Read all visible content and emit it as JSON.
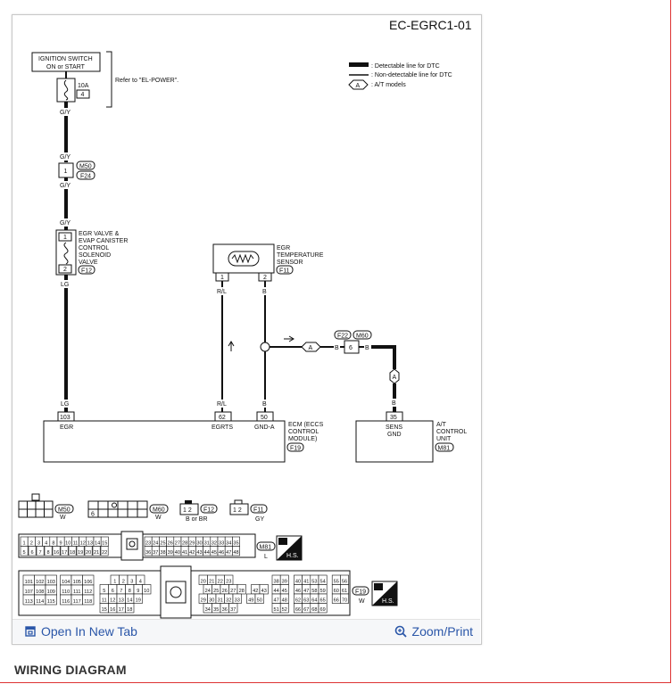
{
  "diagram": {
    "code": "EC-EGRC1-01",
    "legend": {
      "detectable": ": Detectable line for DTC",
      "non_detectable": ": Non-detectable line for DTC",
      "at_models": ": A/T models",
      "at_symbol": "A"
    },
    "ignition": {
      "line1": "IGNITION SWITCH",
      "line2": "ON or START"
    },
    "fuse": {
      "rating": "10A",
      "number": "4"
    },
    "refer": "Refer to \"EL-POWER\".",
    "wires": {
      "gy": "G/Y",
      "lg": "LG",
      "rl": "R/L",
      "b": "B"
    },
    "connectors": {
      "m50": "M50",
      "f24": "F24",
      "f12": "F12",
      "f11": "F11",
      "f22": "F22",
      "m60": "M60",
      "m81": "M81",
      "f19": "F19"
    },
    "pins": {
      "one": "1",
      "two": "2",
      "six": "6",
      "p103": "103",
      "p62": "62",
      "p50": "50",
      "p35": "35"
    },
    "egr_valve": {
      "l1": "EGR VALVE &",
      "l2": "EVAP CANISTER",
      "l3": "CONTROL",
      "l4": "SOLENOID",
      "l5": "VALVE"
    },
    "egr_sensor": {
      "l1": "EGR",
      "l2": "TEMPERATURE",
      "l3": "SENSOR"
    },
    "ecm": {
      "egr": "EGR",
      "egrts": "EGRTS",
      "gnda": "GND-A",
      "l1": "ECM (ECCS",
      "l2": "CONTROL",
      "l3": "MODULE)"
    },
    "atcu": {
      "sens": "SENS",
      "gnd": "GND",
      "l1": "A/T",
      "l2": "CONTROL",
      "l3": "UNIT"
    },
    "conn_views": {
      "m50_color": "W",
      "m60_color": "W",
      "f12_pins": "1 2",
      "f12_color": "B or BR",
      "f11_pins": "1 2",
      "f11_color": "GY",
      "m81_color": "L",
      "f19_color": "W",
      "hs": "H.S.",
      "m60_pin6": "6",
      "m81_row1": [
        "1",
        "2",
        "3",
        "4",
        "8",
        "9",
        "10",
        "11",
        "12",
        "13",
        "14",
        "15",
        "23",
        "24",
        "25",
        "26",
        "27",
        "28",
        "29",
        "30",
        "31",
        "32",
        "33",
        "34",
        "35"
      ],
      "m81_row2": [
        "5",
        "6",
        "7",
        "8",
        "16",
        "17",
        "18",
        "19",
        "20",
        "21",
        "22",
        "36",
        "37",
        "38",
        "39",
        "40",
        "41",
        "42",
        "43",
        "44",
        "45",
        "46",
        "47",
        "48"
      ],
      "f19_blocks": [
        [
          "101",
          "102",
          "103",
          "104",
          "105",
          "106"
        ],
        [
          "107",
          "108",
          "109",
          "110",
          "111",
          "112"
        ],
        [
          "113",
          "114",
          "115",
          "116",
          "117",
          "118"
        ],
        [
          "1",
          "2",
          "3",
          "4"
        ],
        [
          "5",
          "6",
          "7",
          "8",
          "9",
          "10"
        ],
        [
          "11",
          "12",
          "13",
          "14",
          "19"
        ],
        [
          "15",
          "16",
          "17",
          "18"
        ],
        [
          "20",
          "21",
          "22",
          "23"
        ],
        [
          "24",
          "25",
          "26",
          "27",
          "28",
          "42",
          "43"
        ],
        [
          "29",
          "30",
          "31",
          "32",
          "33",
          "49",
          "50"
        ],
        [
          "34",
          "35",
          "36",
          "37"
        ],
        [
          "38",
          "39",
          "40",
          "41",
          "53",
          "54",
          "55",
          "56"
        ],
        [
          "44",
          "45",
          "46",
          "47",
          "58",
          "59",
          "60",
          "61"
        ],
        [
          "47",
          "48",
          "62",
          "63",
          "64",
          "65",
          "66",
          "70"
        ],
        [
          "51",
          "52",
          "66",
          "67",
          "68",
          "69"
        ]
      ]
    }
  },
  "toolbar": {
    "open_new_tab": "Open In New Tab",
    "zoom_print": "Zoom/Print"
  },
  "caption": "WIRING DIAGRAM"
}
